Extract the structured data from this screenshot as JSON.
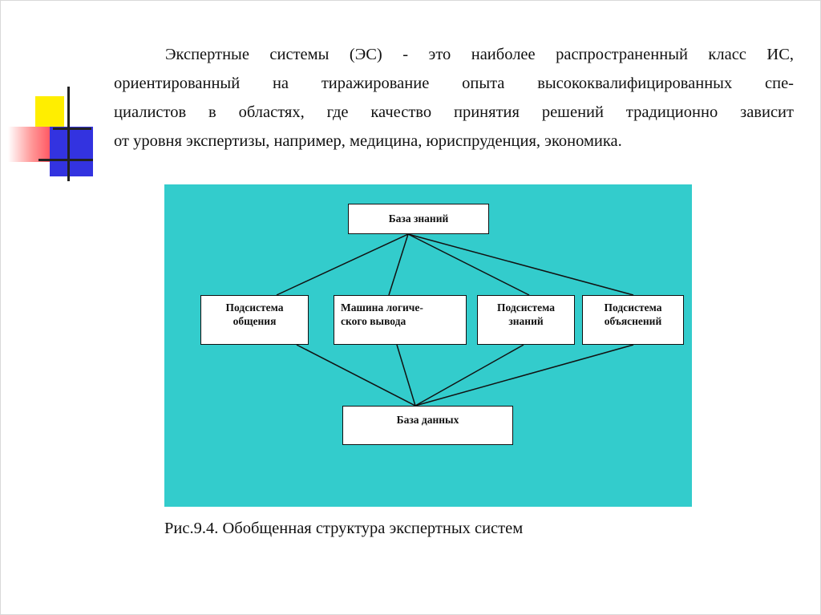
{
  "intro": {
    "lines": [
      "Экспертные системы (ЭС) - это наиболее распространенный класс ИС,",
      "ориентированный на тиражирование опыта высококвалифицированных спе-",
      "циалистов в областях, где качество принятия решений традиционно зависит",
      "от уровня экспертизы, например, медицина, юриспруденция, экономика."
    ]
  },
  "diagram": {
    "background": "#33cccc",
    "nodes": {
      "knowledge_base": "База знаний",
      "communication_subsystem": [
        "Подсистема",
        "общения"
      ],
      "inference_engine": [
        "Машина логиче-",
        "ского вывода"
      ],
      "knowledge_subsystem": [
        "Подсистема",
        "знаний"
      ],
      "explanation_subsystem": [
        "Подсистема",
        "объяснений"
      ],
      "database": "База данных"
    }
  },
  "caption": "Рис.9.4. Обобщенная структура экспертных систем"
}
